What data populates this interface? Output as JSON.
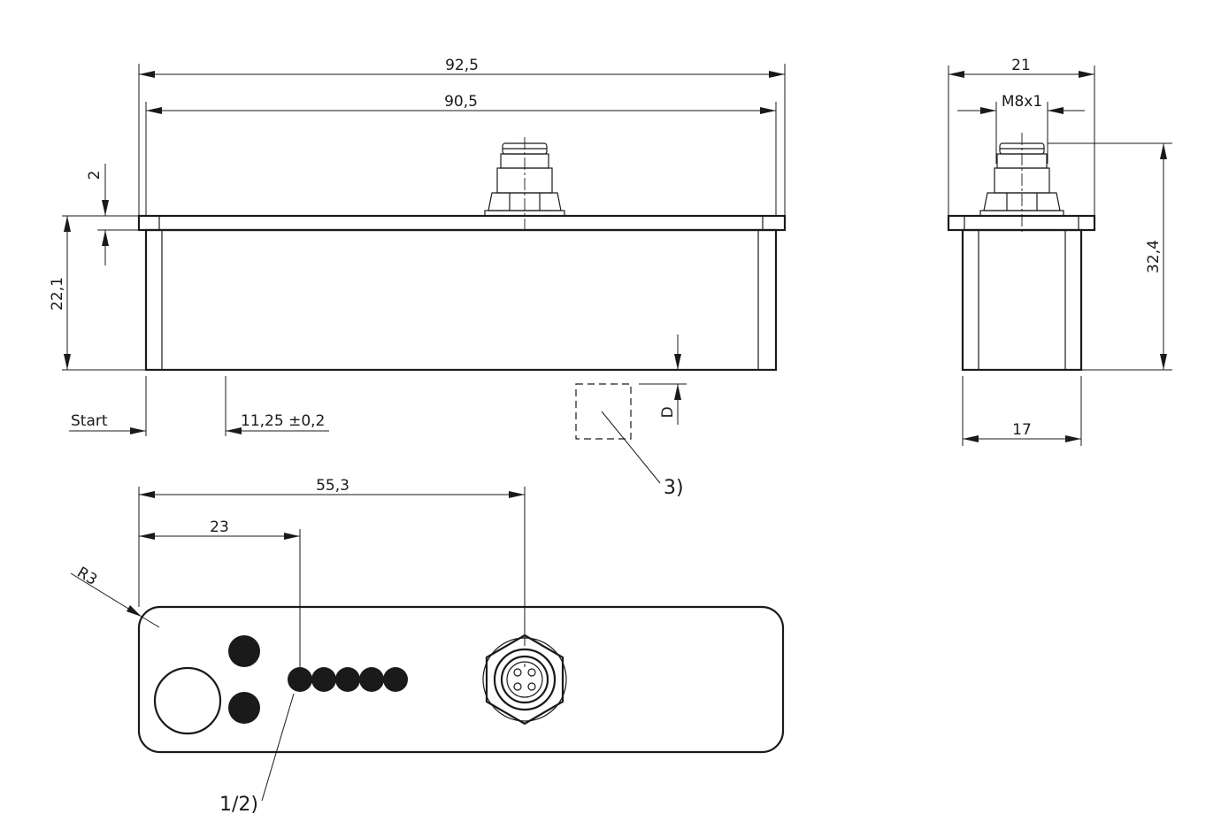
{
  "dimensions": {
    "width_total": "92,5",
    "width_inner": "90,5",
    "flange_thickness": "2",
    "height_body": "22,1",
    "start": "Start",
    "start_offset": "11,25 ±0,2",
    "detect_depth": "D",
    "side_width": "21",
    "thread": "M8x1",
    "side_height": "32,4",
    "side_bottom": "17",
    "pos_connector": "55,3",
    "pos_leds": "23",
    "radius": "R3"
  },
  "callouts": {
    "target": "3)",
    "leds": "1/2)"
  }
}
